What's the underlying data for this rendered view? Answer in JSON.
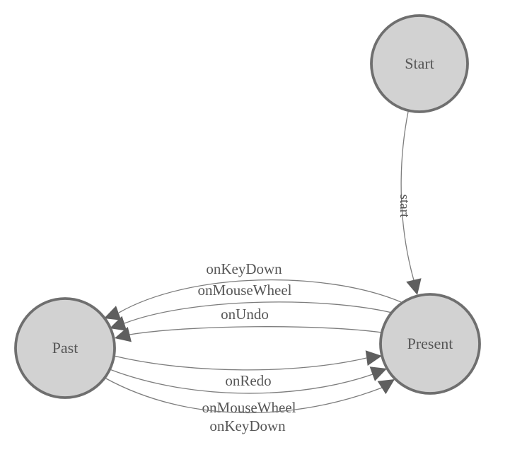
{
  "diagram": {
    "colors": {
      "node_fill": "#d2d2d2",
      "node_stroke": "#6f6f6f",
      "edge_stroke": "#7d7d7d",
      "arrow_fill": "#5f5f5f",
      "label_color": "#565656",
      "background": "#ffffff"
    },
    "nodes": [
      {
        "id": "start",
        "label": "Start"
      },
      {
        "id": "past",
        "label": "Past"
      },
      {
        "id": "present",
        "label": "Present"
      }
    ],
    "edges": [
      {
        "id": "start-to-present",
        "from": "Start",
        "to": "Present",
        "label": "start"
      },
      {
        "id": "present-to-past-onkeydown",
        "from": "Present",
        "to": "Past",
        "label": "onKeyDown"
      },
      {
        "id": "present-to-past-onmousewheel",
        "from": "Present",
        "to": "Past",
        "label": "onMouseWheel"
      },
      {
        "id": "present-to-past-onundo",
        "from": "Present",
        "to": "Past",
        "label": "onUndo"
      },
      {
        "id": "past-to-present-onredo",
        "from": "Past",
        "to": "Present",
        "label": "onRedo"
      },
      {
        "id": "past-to-present-onmousewheel",
        "from": "Past",
        "to": "Present",
        "label": "onMouseWheel"
      },
      {
        "id": "past-to-present-onkeydown",
        "from": "Past",
        "to": "Present",
        "label": "onKeyDown"
      }
    ]
  }
}
